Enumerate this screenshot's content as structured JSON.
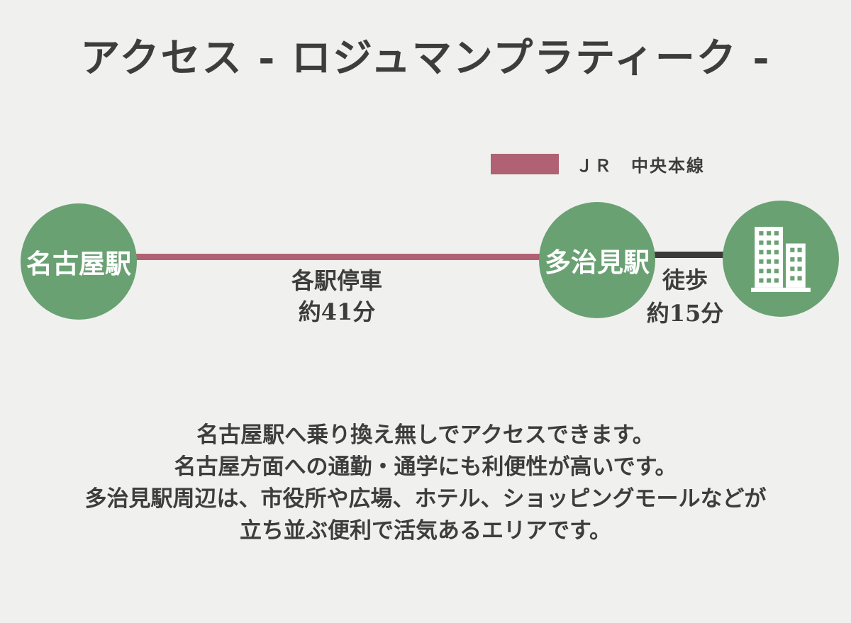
{
  "title": "アクセス - ロジュマンプラティーク -",
  "legend": {
    "label": "ＪＲ　中央本線"
  },
  "route": {
    "from_station": "名古屋駅",
    "to_station": "多治見駅",
    "train_segment": {
      "service": "各駅停車",
      "duration": "約41分"
    },
    "walk_segment": {
      "mode": "徒歩",
      "duration": "約15分"
    }
  },
  "description": {
    "lines": [
      "名古屋駅へ乗り換え無しでアクセスできます。",
      "名古屋方面への通勤・通学にも利便性が高いです。",
      "多治見駅周辺は、市役所や広場、ホテル、ショッピングモールなどが",
      "立ち並ぶ便利で活気あるエリアです。"
    ]
  },
  "colors": {
    "background": "#f0f1ef",
    "station_circle_green": "#6aa173",
    "jr_line_pink": "#b06173",
    "walk_line_black": "#3a3a3a",
    "text_dark": "#3d3d3d",
    "station_text_white": "#ffffff"
  }
}
